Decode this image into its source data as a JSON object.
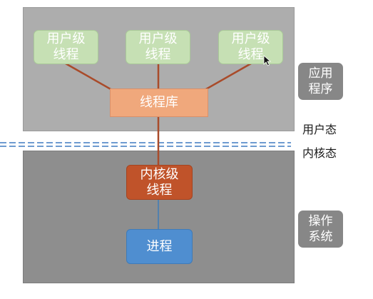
{
  "user_level_threads": [
    {
      "label": "用户级\n线程"
    },
    {
      "label": "用户级\n线程"
    },
    {
      "label": "用户级\n线程"
    }
  ],
  "thread_library": {
    "label": "线程库"
  },
  "kernel_level_thread": {
    "label": "内核级\n线程"
  },
  "process": {
    "label": "进程"
  },
  "side_labels": {
    "application": "应用\n程序",
    "operating_system": "操作\n系统"
  },
  "modes": {
    "user_mode": "用户态",
    "kernel_mode": "内核态"
  },
  "colors": {
    "user_space": "#adadad",
    "kernel_space": "#8e8e8e",
    "user_thread": "#c6e0b4",
    "thread_library": "#f0a87c",
    "kernel_thread": "#c0532a",
    "process": "#4f8ed0",
    "mapping_line": "#a94b2a",
    "divider": "#6e9bd0"
  },
  "icons": {
    "pointer": "mouse-pointer-icon"
  }
}
